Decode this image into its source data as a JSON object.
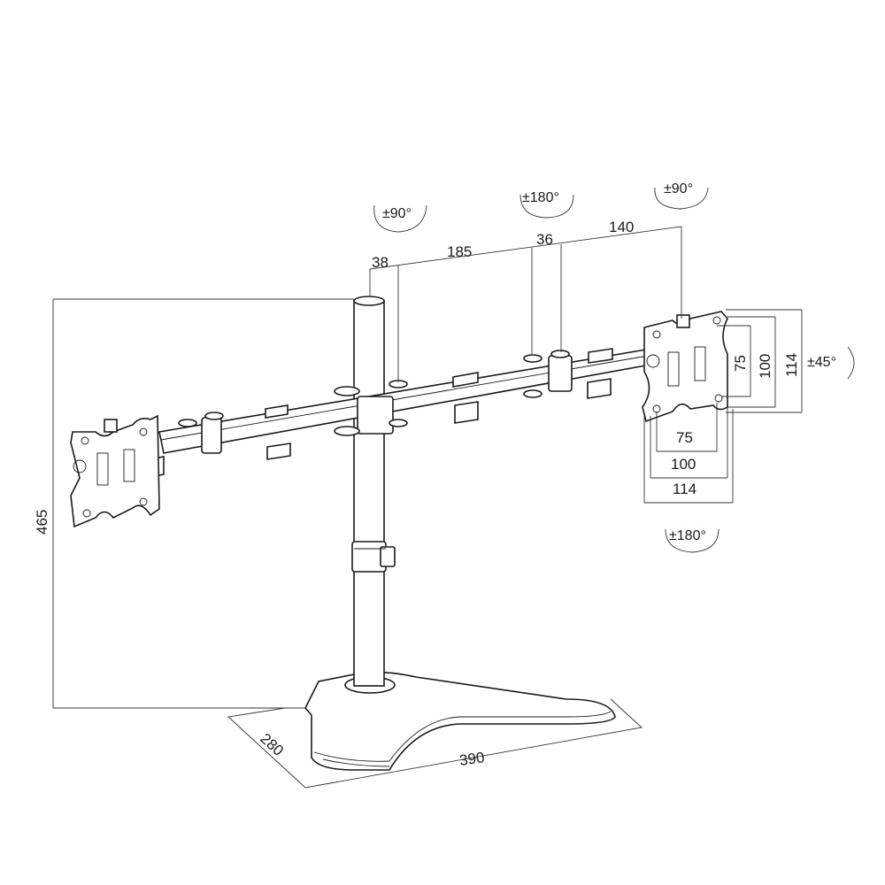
{
  "dimensions": {
    "pole_offset": "38",
    "arm_span": "185",
    "joint_width": "36",
    "forearm": "140",
    "height": "465",
    "base_depth": "280",
    "base_width": "390"
  },
  "vesa": {
    "h75": "75",
    "h100": "100",
    "h114": "114",
    "v75": "75",
    "v100": "100",
    "v114": "114"
  },
  "rotations": {
    "arm_swivel": "±90°",
    "elbow_swivel": "±180°",
    "head_tilt": "±90°",
    "head_rotate": "±45°",
    "head_swivel": "±180°"
  },
  "colors": {
    "line": "#1a1a1a",
    "background": "#ffffff"
  }
}
